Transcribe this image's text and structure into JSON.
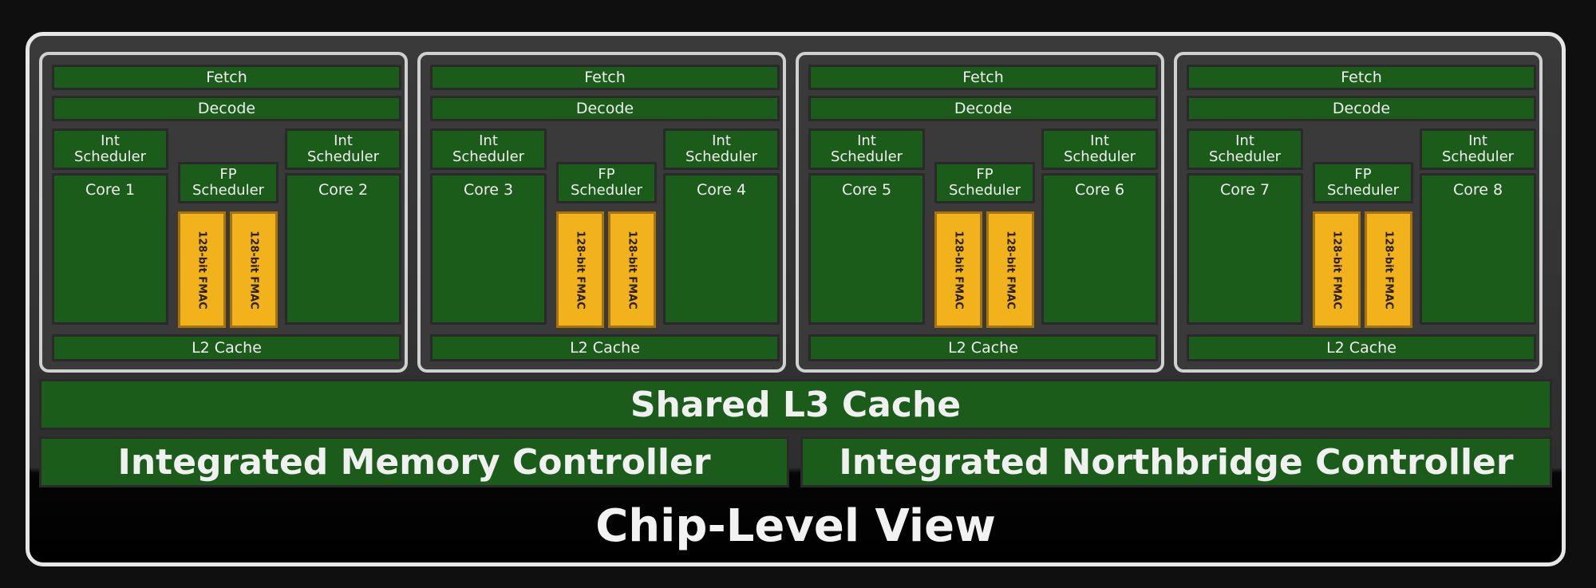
{
  "modules": [
    {
      "fetch": "Fetch",
      "decode": "Decode",
      "int_sched_left": "Int\nScheduler",
      "int_sched_right": "Int\nScheduler",
      "fp_sched": "FP\nScheduler",
      "core_left": "Core 1",
      "core_right": "Core 2",
      "fmac_left": "128-bit FMAC",
      "fmac_right": "128-bit FMAC",
      "l2": "L2 Cache"
    },
    {
      "fetch": "Fetch",
      "decode": "Decode",
      "int_sched_left": "Int\nScheduler",
      "int_sched_right": "Int\nScheduler",
      "fp_sched": "FP\nScheduler",
      "core_left": "Core 3",
      "core_right": "Core 4",
      "fmac_left": "128-bit FMAC",
      "fmac_right": "128-bit FMAC",
      "l2": "L2 Cache"
    },
    {
      "fetch": "Fetch",
      "decode": "Decode",
      "int_sched_left": "Int\nScheduler",
      "int_sched_right": "Int\nScheduler",
      "fp_sched": "FP\nScheduler",
      "core_left": "Core 5",
      "core_right": "Core 6",
      "fmac_left": "128-bit FMAC",
      "fmac_right": "128-bit FMAC",
      "l2": "L2 Cache"
    },
    {
      "fetch": "Fetch",
      "decode": "Decode",
      "int_sched_left": "Int\nScheduler",
      "int_sched_right": "Int\nScheduler",
      "fp_sched": "FP\nScheduler",
      "core_left": "Core 7",
      "core_right": "Core 8",
      "fmac_left": "128-bit FMAC",
      "fmac_right": "128-bit FMAC",
      "l2": "L2 Cache"
    }
  ],
  "shared_l3": "Shared L3 Cache",
  "memory_controller": "Integrated Memory Controller",
  "northbridge_controller": "Integrated Northbridge Controller",
  "title": "Chip-Level View",
  "colors": {
    "block_green": "#1b5c1b",
    "fmac_orange": "#f2b21c",
    "module_bg": "#3a3a3a",
    "outline": "#e6e6e6"
  }
}
